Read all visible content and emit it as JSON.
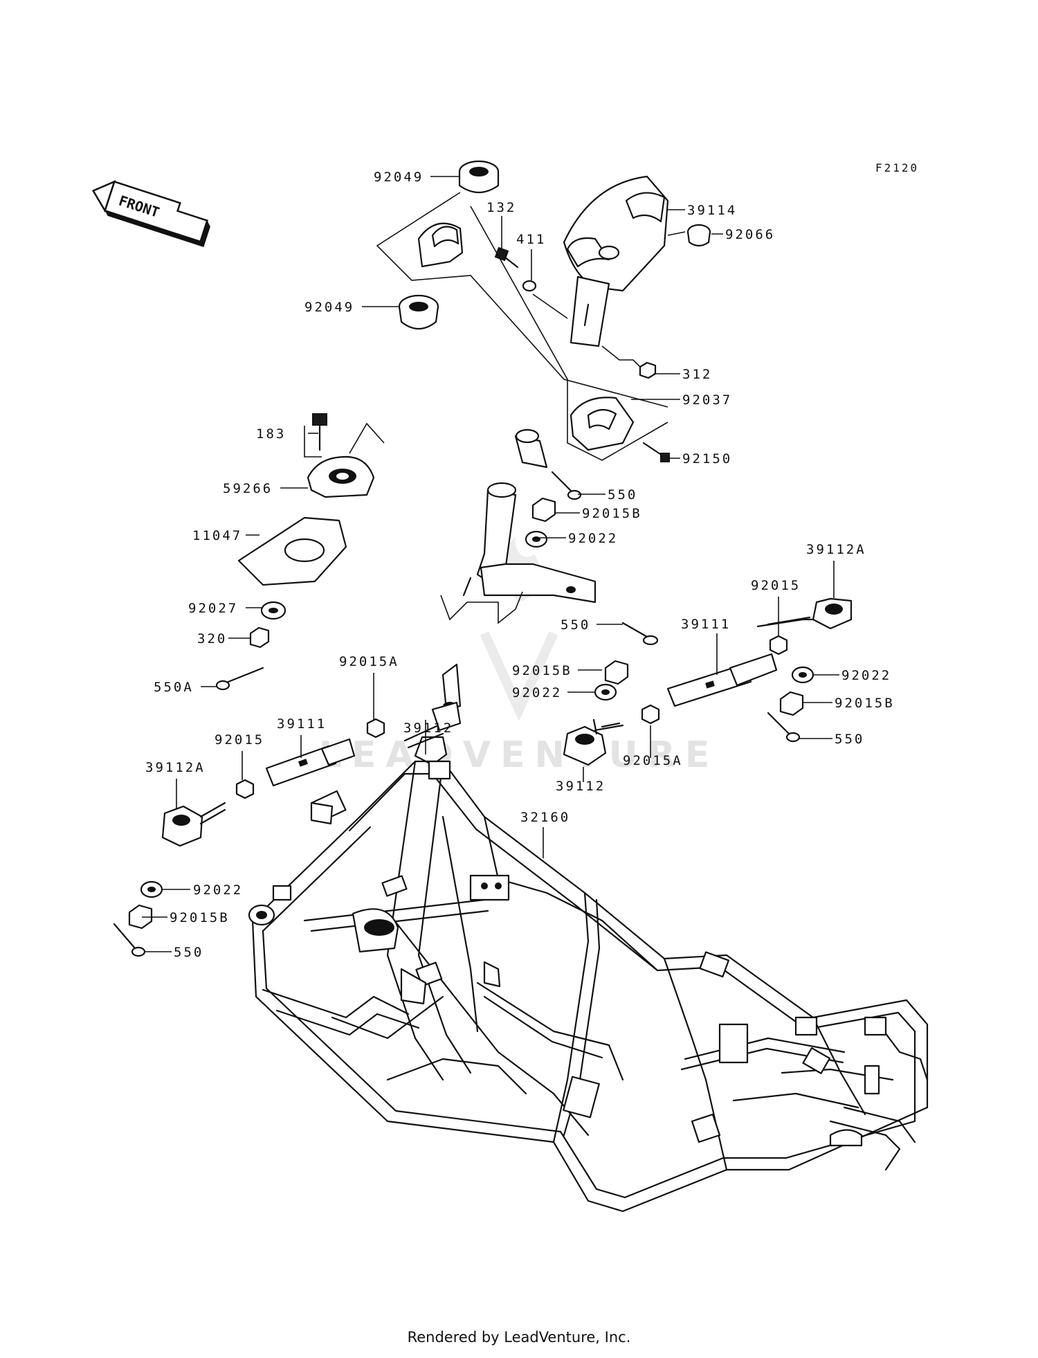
{
  "figure_code": "F2120",
  "front_label": "FRONT",
  "watermark": "LEADVENTURE",
  "footer": "Rendered by LeadVenture, Inc.",
  "callouts": {
    "c92049_top": "92049",
    "c132": "132",
    "c411": "411",
    "c39114": "39114",
    "c92066": "92066",
    "c92049_mid": "92049",
    "c312": "312",
    "c92037": "92037",
    "c183": "183",
    "c92150": "92150",
    "c59266": "59266",
    "c550_a": "550",
    "c92015B_a": "92015B",
    "c11047": "11047",
    "c92022_a": "92022",
    "c39112A_r": "39112A",
    "c92027": "92027",
    "c92015_r": "92015",
    "c320": "320",
    "c550_b": "550",
    "c39111_r": "39111",
    "c550A": "550A",
    "c92015A_l": "92015A",
    "c92015B_b": "92015B",
    "c92022_b": "92022",
    "c92022_c": "92022",
    "c39111_l": "39111",
    "c92015B_c": "92015B",
    "c39112_l": "39112",
    "c550_c": "550",
    "c92015_l": "92015",
    "c92015A_r": "92015A",
    "c39112A_l": "39112A",
    "c39112_r": "39112",
    "c32160": "32160",
    "c92022_d": "92022",
    "c92015B_d": "92015B",
    "c550_d": "550"
  }
}
